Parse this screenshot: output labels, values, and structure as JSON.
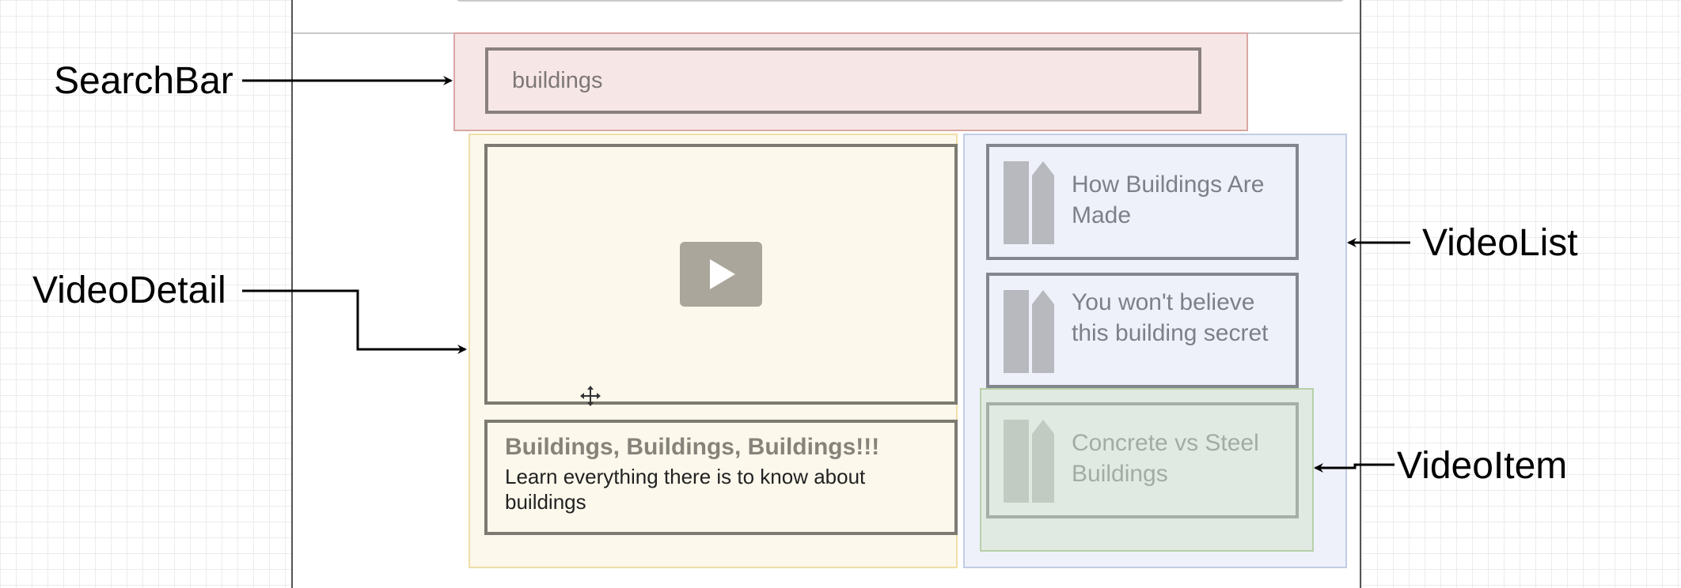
{
  "labels": {
    "search_bar": "SearchBar",
    "video_detail": "VideoDetail",
    "video_list": "VideoList",
    "video_item": "VideoItem"
  },
  "search": {
    "value": "buildings"
  },
  "video_detail": {
    "title": "Buildings, Buildings, Buildings!!!",
    "description": "Learn everything there is to know about buildings",
    "player_icon": "play-icon"
  },
  "video_list": {
    "items": [
      {
        "title": "How Buildings Are Made",
        "thumbnail_icon": "building-icon"
      },
      {
        "title": "You won't believe this building secret",
        "thumbnail_icon": "building-icon"
      },
      {
        "title": "Concrete vs Steel Buildings",
        "thumbnail_icon": "building-icon"
      }
    ]
  },
  "colors": {
    "search_bar_region": "#f6e7e6",
    "video_detail_region": "#fcf8ec",
    "video_list_region": "#eef1fa",
    "video_item_region": "#cee2c8",
    "play_button": "#aaa69b"
  }
}
